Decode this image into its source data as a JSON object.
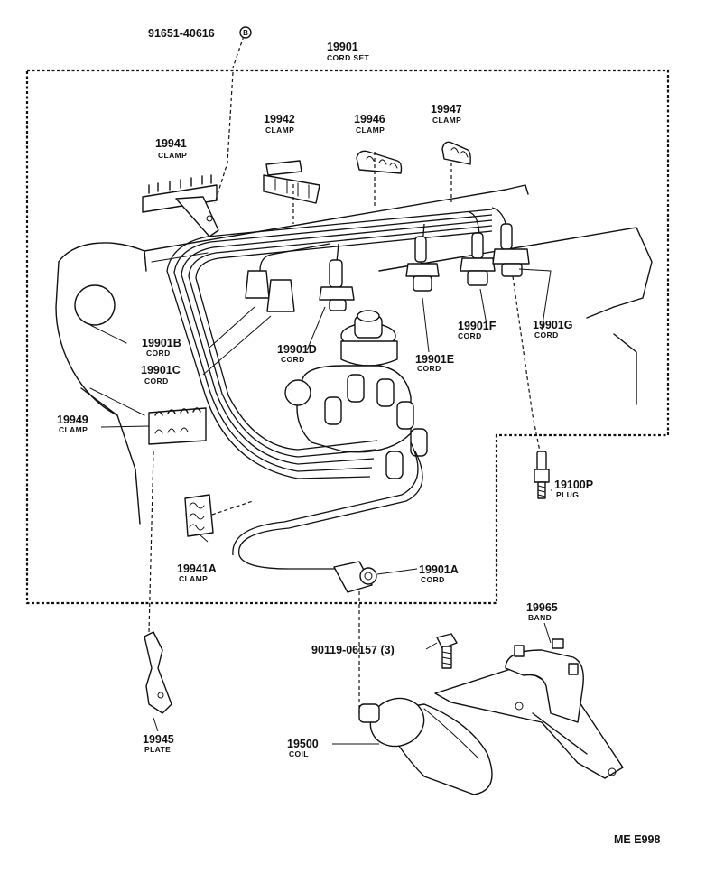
{
  "parts": {
    "bolt_91651": {
      "number": "91651-40616",
      "symbol": "B"
    },
    "cord_set": {
      "number": "19901",
      "name": "CORD SET"
    },
    "clamp_19941": {
      "number": "19941",
      "name": "CLAMP"
    },
    "clamp_19942": {
      "number": "19942",
      "name": "CLAMP"
    },
    "clamp_19946": {
      "number": "19946",
      "name": "CLAMP"
    },
    "clamp_19947": {
      "number": "19947",
      "name": "CLAMP"
    },
    "cord_19901b": {
      "number": "19901B",
      "name": "CORD"
    },
    "cord_19901c": {
      "number": "19901C",
      "name": "CORD"
    },
    "cord_19901d": {
      "number": "19901D",
      "name": "CORD"
    },
    "cord_19901e": {
      "number": "19901E",
      "name": "CORD"
    },
    "cord_19901f": {
      "number": "19901F",
      "name": "CORD"
    },
    "cord_19901g": {
      "number": "19901G",
      "name": "CORD"
    },
    "clamp_19949": {
      "number": "19949",
      "name": "CLAMP"
    },
    "plug_19100p": {
      "number": "19100P",
      "name": "PLUG"
    },
    "clamp_19941a": {
      "number": "19941A",
      "name": "CLAMP"
    },
    "cord_19901a": {
      "number": "19901A",
      "name": "CORD"
    },
    "band_19965": {
      "number": "19965",
      "name": "BAND"
    },
    "bolt_90119": {
      "number": "90119-06157 (3)"
    },
    "plate_19945": {
      "number": "19945",
      "name": "PLATE"
    },
    "coil_19500": {
      "number": "19500",
      "name": "COIL"
    }
  },
  "diagram_ref": "ME E998"
}
